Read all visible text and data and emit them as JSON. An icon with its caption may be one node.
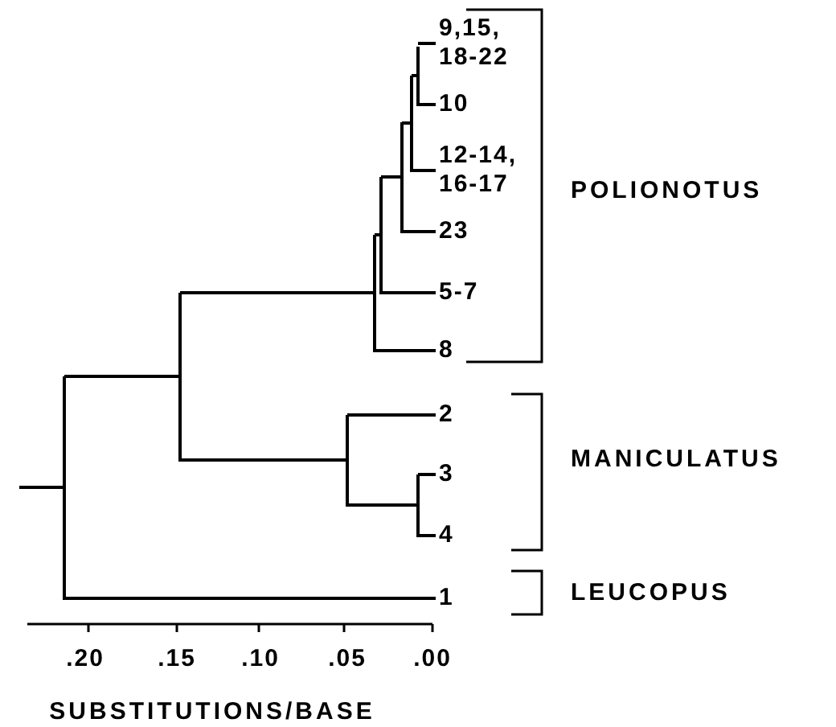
{
  "diagram": {
    "nodes": [
      {
        "text": [
          "9,15, 18-22"
        ]
      },
      {
        "text": [
          "10"
        ]
      },
      {
        "text": [
          "12-14, 16-17"
        ]
      },
      {
        "text": [
          "23"
        ]
      },
      {
        "text": [
          "5-7"
        ]
      },
      {
        "text": [
          "8"
        ]
      },
      {
        "text": [
          "2"
        ]
      },
      {
        "text": [
          "3"
        ]
      },
      {
        "text": [
          "4"
        ]
      },
      {
        "text": [
          "1"
        ]
      },
      {
        "text": [],
        "shape": "bar"
      },
      {
        "text": [],
        "shape": "bar"
      },
      {
        "text": [],
        "shape": "bar"
      },
      {
        "text": [],
        "shape": "bar"
      },
      {
        "text": [],
        "shape": "bar"
      },
      {
        "text": [],
        "shape": "bar"
      },
      {
        "text": [],
        "shape": "bar"
      },
      {
        "text": [],
        "shape": "bar"
      },
      {
        "text": [],
        "shape": "bar"
      }
    ],
    "edges": [
      {
        "from": null,
        "to": 10,
        "arrow": "none"
      },
      {
        "from": 10,
        "to": 11,
        "arrow": "none"
      },
      {
        "from": 10,
        "to": 9,
        "arrow": "none"
      },
      {
        "from": 11,
        "to": 13,
        "arrow": "none"
      },
      {
        "from": 11,
        "to": 12,
        "arrow": "none"
      },
      {
        "from": 12,
        "to": 6,
        "arrow": "none"
      },
      {
        "from": 12,
        "to": 18,
        "arrow": "none"
      },
      {
        "from": 18,
        "to": 7,
        "arrow": "none"
      },
      {
        "from": 18,
        "to": 8,
        "arrow": "none"
      },
      {
        "from": 13,
        "to": 14,
        "arrow": "none"
      },
      {
        "from": 13,
        "to": 5,
        "arrow": "none"
      },
      {
        "from": 14,
        "to": 15,
        "arrow": "none"
      },
      {
        "from": 14,
        "to": 4,
        "arrow": "none"
      },
      {
        "from": 15,
        "to": 16,
        "arrow": "none"
      },
      {
        "from": 15,
        "to": 3,
        "arrow": "none"
      },
      {
        "from": 16,
        "to": 17,
        "arrow": "none"
      },
      {
        "from": 16,
        "to": 2,
        "arrow": "none"
      },
      {
        "from": 17,
        "to": 0,
        "arrow": "none"
      },
      {
        "from": 17,
        "to": 1,
        "arrow": "none"
      }
    ],
    "labels": [
      "POLIONOTUS",
      "MANICULATUS",
      "LEUCOPUS",
      ".20",
      ".15",
      ".10",
      ".05",
      ".00",
      "SUBSTITUTIONS/BASE"
    ]
  }
}
